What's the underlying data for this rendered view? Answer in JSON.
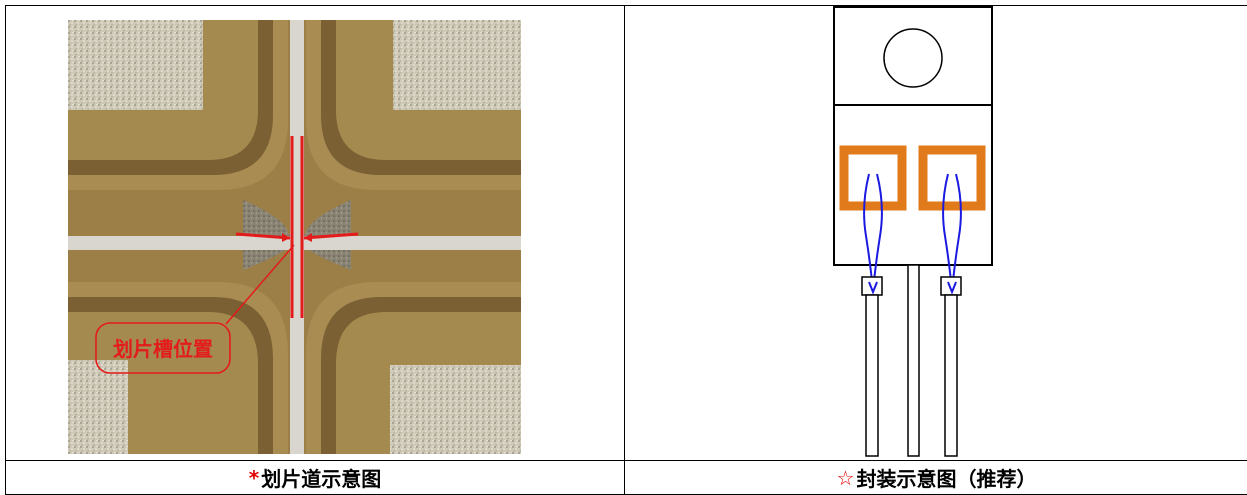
{
  "left_panel": {
    "image_label": "划片槽位置",
    "caption_marker": "*",
    "caption_text": "划片道示意图"
  },
  "right_panel": {
    "caption_marker": "☆",
    "caption_text": "封装示意图（推荐）"
  },
  "colors": {
    "marker_red": "#e00000",
    "scribe_line_red": "#e41b1b",
    "pad_orange": "#e07a1a",
    "bond_wire_blue": "#1a1ae0",
    "metal_gold": "#b8a060"
  }
}
